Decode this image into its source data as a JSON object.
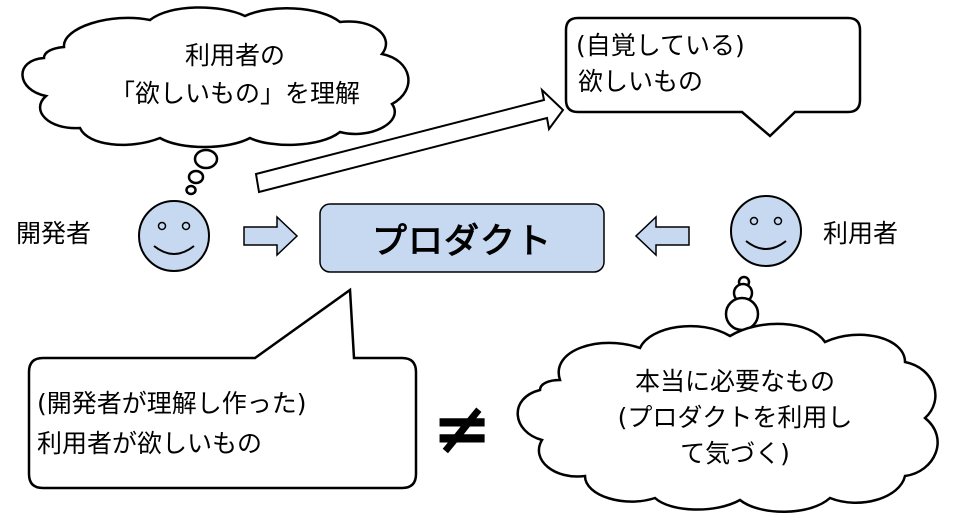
{
  "developer_label": "開発者",
  "user_label": "利用者",
  "product_label": "プロダクト",
  "thought_developer": [
    "利用者の",
    "「欲しいもの」を理解"
  ],
  "speech_conscious": [
    "(自覚している)",
    "欲しいもの"
  ],
  "speech_developer_understood": [
    "(開発者が理解し作った)",
    "利用者が欲しいもの"
  ],
  "thought_real_need": [
    "本当に必要なもの",
    "(プロダクトを利用し",
    "て気づく)"
  ],
  "not_equal_symbol": "≠",
  "colors": {
    "face_fill": "#c6d9f1",
    "product_fill": "#c6d9f1",
    "arrow_fill": "#c6d9f1",
    "stroke": "#000000"
  }
}
